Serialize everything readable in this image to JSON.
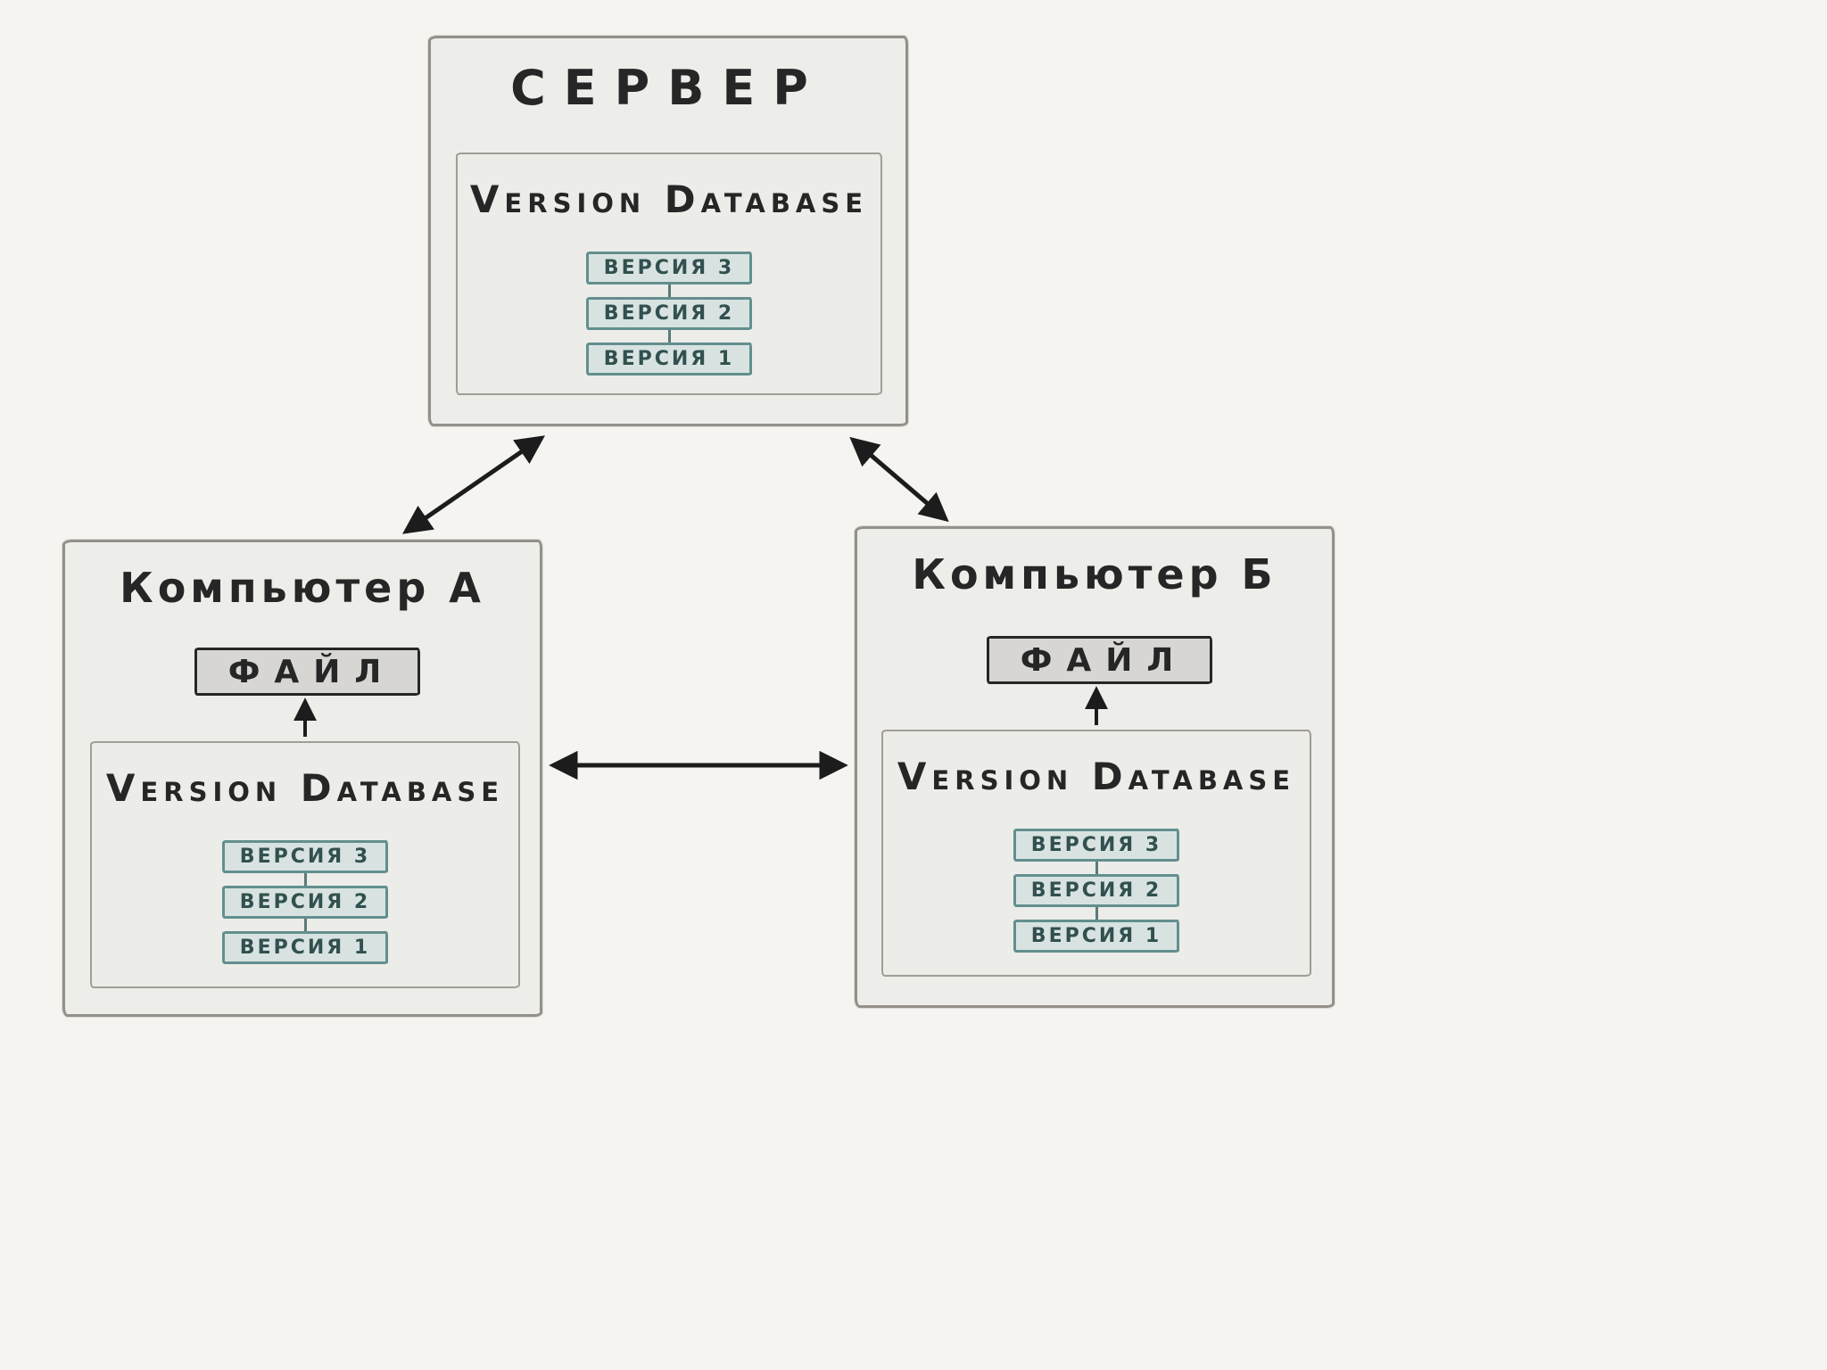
{
  "colors": {
    "background": "#f5f4f0",
    "panel_fill": "#ededea",
    "panel_border": "#94908a",
    "version_chip_fill": "#d8e3e1",
    "version_chip_border": "#628f8e",
    "file_box_fill": "#d7d6d3",
    "ink": "#262626"
  },
  "server": {
    "title": "СЕРВЕР",
    "db_title": "Version Database",
    "versions": [
      "ВЕРСИЯ 3",
      "ВЕРСИЯ 2",
      "ВЕРСИЯ 1"
    ]
  },
  "computer_a": {
    "title": "Компьютер А",
    "file_label": "ФАЙЛ",
    "db_title": "Version Database",
    "versions": [
      "ВЕРСИЯ 3",
      "ВЕРСИЯ 2",
      "ВЕРСИЯ 1"
    ]
  },
  "computer_b": {
    "title": "Компьютер Б",
    "file_label": "ФАЙЛ",
    "db_title": "Version Database",
    "versions": [
      "ВЕРСИЯ 3",
      "ВЕРСИЯ 2",
      "ВЕРСИЯ 1"
    ]
  }
}
